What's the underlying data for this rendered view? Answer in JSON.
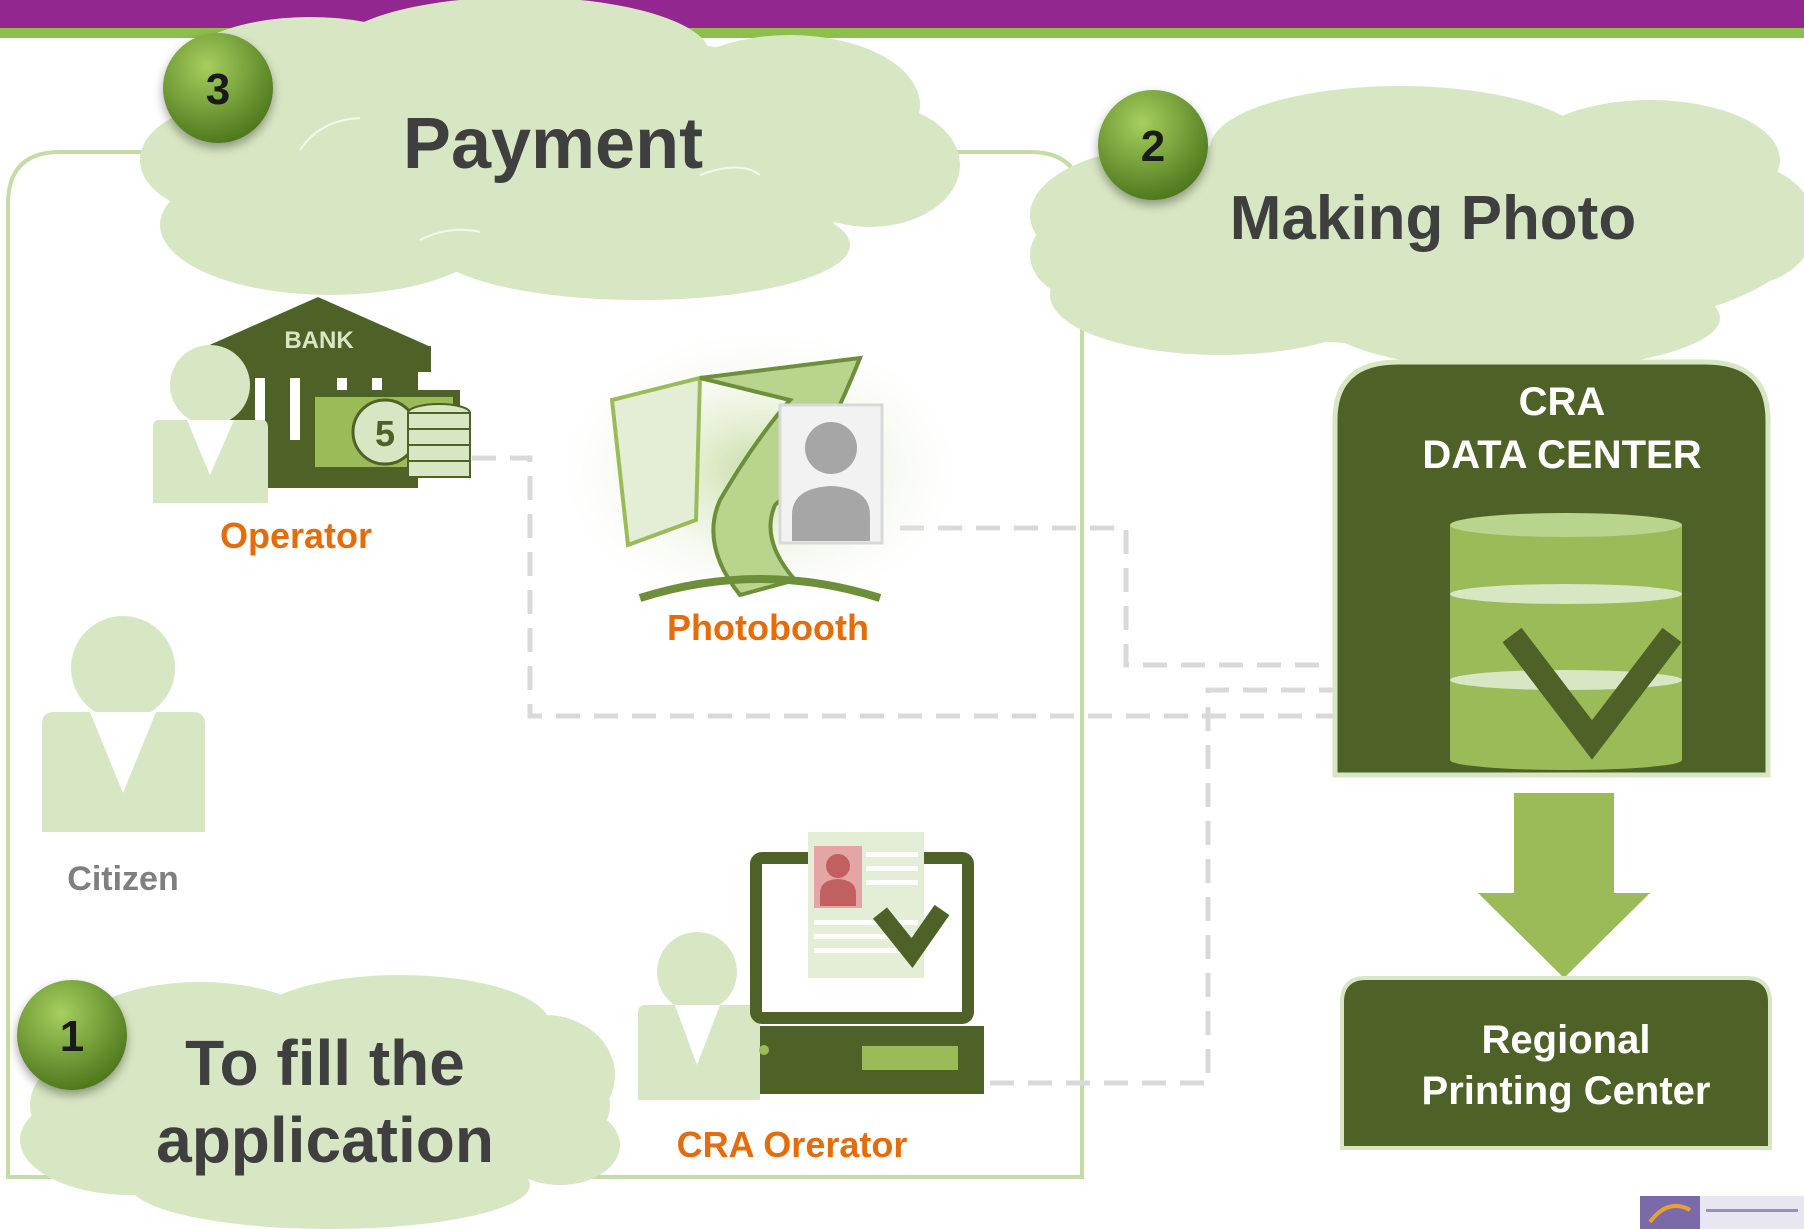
{
  "steps": [
    {
      "number": "1",
      "title_line1": "To fill the",
      "title_line2": "application"
    },
    {
      "number": "2",
      "title": "Making Photo"
    },
    {
      "number": "3",
      "title": "Payment"
    }
  ],
  "actors": {
    "operator": "Operator",
    "photobooth": "Photobooth",
    "citizen": "Citizen",
    "cra_operator": "CRA Orerator"
  },
  "bank": {
    "label": "BANK",
    "coin": "5"
  },
  "data_center": {
    "line1": "CRA",
    "line2": "DATA CENTER"
  },
  "printing_center": {
    "line1": "Regional",
    "line2": "Printing Center"
  },
  "colors": {
    "header_purple": "#92278f",
    "header_green": "#8dc04a",
    "cloud_fill": "#d8e7c3",
    "dark_green": "#4e6228",
    "mid_green": "#9bbb59",
    "light_person": "#d8e7c3",
    "orange_label": "#e46c0a",
    "grey_label": "#7f7f7f",
    "dark_text": "#3f3f3f"
  }
}
